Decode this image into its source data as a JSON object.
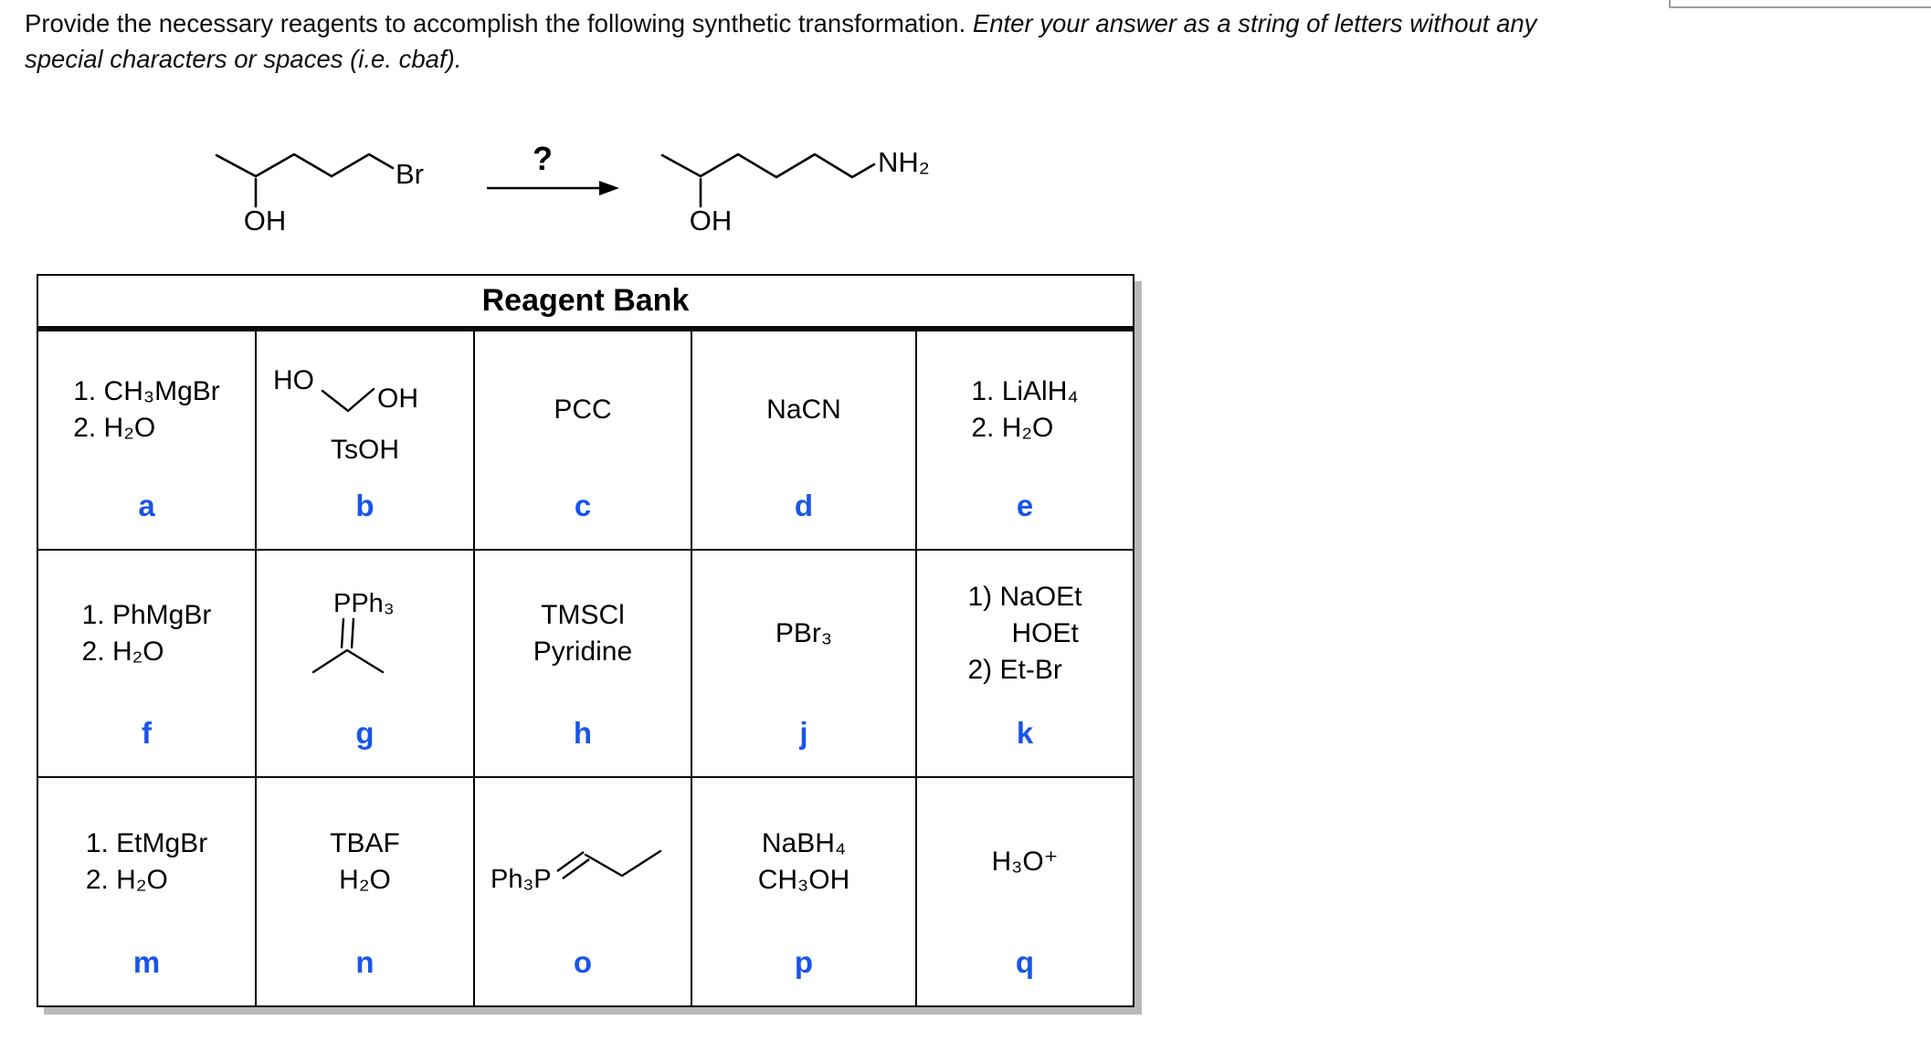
{
  "question": {
    "line1_normal": "Provide the necessary reagents to accomplish the following synthetic transformation. ",
    "line1_italic": "Enter your answer as a string of letters without any",
    "line2_italic": "special characters or spaces (i.e. cbaf)."
  },
  "scheme": {
    "arrow_label": "?",
    "start": {
      "hydroxyl": "OH",
      "halide": "Br"
    },
    "product": {
      "hydroxyl": "OH",
      "amine": "NH₂"
    }
  },
  "reagent_bank": {
    "title": "Reagent Bank",
    "cells": [
      {
        "letter": "a",
        "lines": [
          "1. CH₃MgBr",
          "2. H₂O"
        ]
      },
      {
        "letter": "b",
        "labels": {
          "left": "HO",
          "right": "OH"
        },
        "lines": [
          "TsOH"
        ]
      },
      {
        "letter": "c",
        "lines": [
          "PCC"
        ]
      },
      {
        "letter": "d",
        "lines": [
          "NaCN"
        ]
      },
      {
        "letter": "e",
        "lines": [
          "1. LiAlH₄",
          "2. H₂O"
        ]
      },
      {
        "letter": "f",
        "lines": [
          "1. PhMgBr",
          "2. H₂O"
        ]
      },
      {
        "letter": "g",
        "labels": {
          "phosphine": "PPh₃"
        }
      },
      {
        "letter": "h",
        "lines": [
          "TMSCl",
          "Pyridine"
        ]
      },
      {
        "letter": "j",
        "lines": [
          "PBr₃"
        ]
      },
      {
        "letter": "k",
        "lines": [
          "1) NaOEt",
          "HOEt",
          "2) Et-Br"
        ]
      },
      {
        "letter": "m",
        "lines": [
          "1. EtMgBr",
          "2. H₂O"
        ]
      },
      {
        "letter": "n",
        "lines": [
          "TBAF",
          "H₂O"
        ]
      },
      {
        "letter": "o",
        "labels": {
          "phosphine": "Ph₃P"
        }
      },
      {
        "letter": "p",
        "lines": [
          "NaBH₄",
          "CH₃OH"
        ]
      },
      {
        "letter": "q",
        "lines": [
          "H₃O⁺"
        ]
      }
    ]
  },
  "colors": {
    "letter_blue": "#1a55e9",
    "shadow_gray": "#b9b9b9"
  }
}
